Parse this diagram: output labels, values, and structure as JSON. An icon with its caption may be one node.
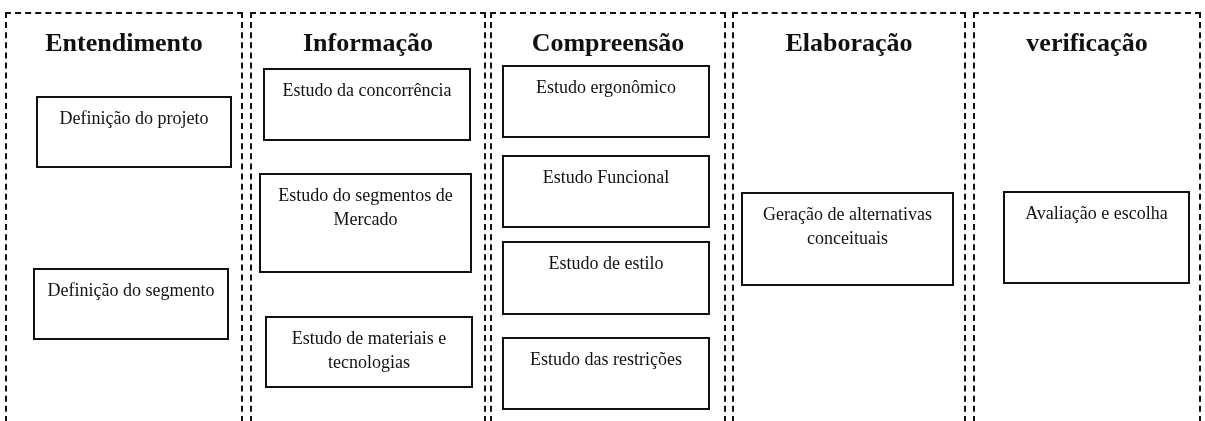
{
  "diagram": {
    "nodes": [
      {
        "text": [
          "Entendimento"
        ]
      },
      {
        "text": [
          "Definição do projeto"
        ],
        "in": 0
      },
      {
        "text": [
          "Definição do segmento"
        ],
        "in": 0
      },
      {
        "text": [
          "Informação"
        ]
      },
      {
        "text": [
          "Estudo da concorrência"
        ],
        "in": 3
      },
      {
        "text": [
          "Estudo do segmentos de Mercado"
        ],
        "in": 3
      },
      {
        "text": [
          "Estudo de materiais e tecnologias"
        ],
        "in": 3
      },
      {
        "text": [
          "Compreensão"
        ]
      },
      {
        "text": [
          "Estudo ergonômico"
        ],
        "in": 7
      },
      {
        "text": [
          "Estudo Funcional"
        ],
        "in": 7
      },
      {
        "text": [
          "Estudo de estilo"
        ],
        "in": 7
      },
      {
        "text": [
          "Estudo das restrições"
        ],
        "in": 7
      },
      {
        "text": [
          "Elaboração"
        ]
      },
      {
        "text": [
          "Geração de alternativas conceituais"
        ],
        "in": 12
      },
      {
        "text": [
          "verificação"
        ]
      },
      {
        "text": [
          "Avaliação e escolha"
        ],
        "in": 14
      }
    ],
    "edges": []
  }
}
